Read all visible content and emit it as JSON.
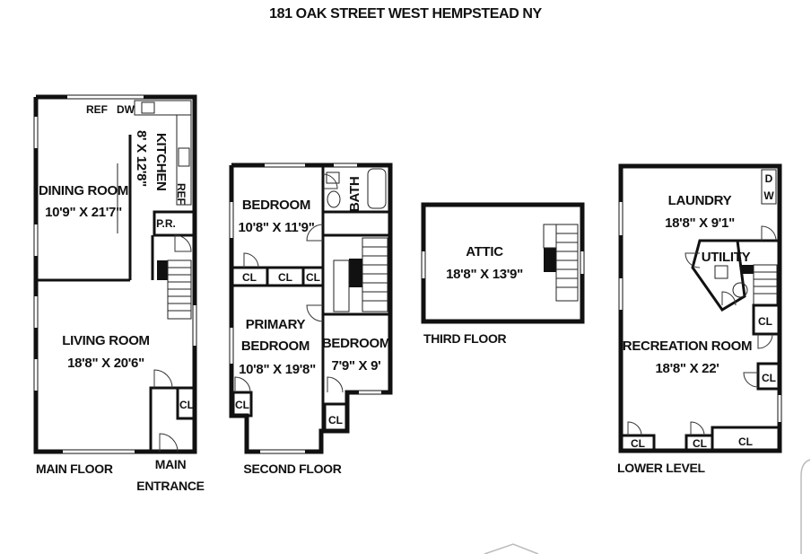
{
  "title": "181 OAK STREET WEST HEMPSTEAD NY",
  "floors": {
    "main": {
      "label": "MAIN FLOOR",
      "entrance_line1": "MAIN",
      "entrance_line2": "ENTRANCE",
      "ref_top": "REF",
      "dw_top": "DW",
      "kitchen_name": "KITCHEN",
      "kitchen_dim": "8' X 12'8\"",
      "ref_side": "REF",
      "dining_name": "DINING ROOM",
      "dining_dim": "10'9\" X 21'7\"",
      "pr": "P.R.",
      "living_name": "LIVING ROOM",
      "living_dim": "18'8\" X 20'6\"",
      "cl": "CL"
    },
    "second": {
      "label": "SECOND FLOOR",
      "bedroom1_name": "BEDROOM",
      "bedroom1_dim": "10'8\" X 11'9\"",
      "bath": "BATH",
      "cl1": "CL",
      "cl2": "CL",
      "cl3": "CL",
      "primary_line1": "PRIMARY",
      "primary_line2": "BEDROOM",
      "primary_dim": "10'8\" X 19'8\"",
      "bedroom2_name": "BEDROOM",
      "bedroom2_dim": "7'9\" X 9'",
      "cl4": "CL",
      "cl5": "CL"
    },
    "third": {
      "label": "THIRD FLOOR",
      "attic_name": "ATTIC",
      "attic_dim": "18'8\" X 13'9\""
    },
    "lower": {
      "label": "LOWER LEVEL",
      "d": "D",
      "w": "W",
      "laundry_name": "LAUNDRY",
      "laundry_dim": "18'8\" X 9'1\"",
      "utility": "UTILITY",
      "cl1": "CL",
      "rec_name": "RECREATION ROOM",
      "rec_dim": "18'8\" X 22'",
      "cl2": "CL",
      "cl3": "CL",
      "cl4": "CL",
      "cl5": "CL"
    }
  }
}
